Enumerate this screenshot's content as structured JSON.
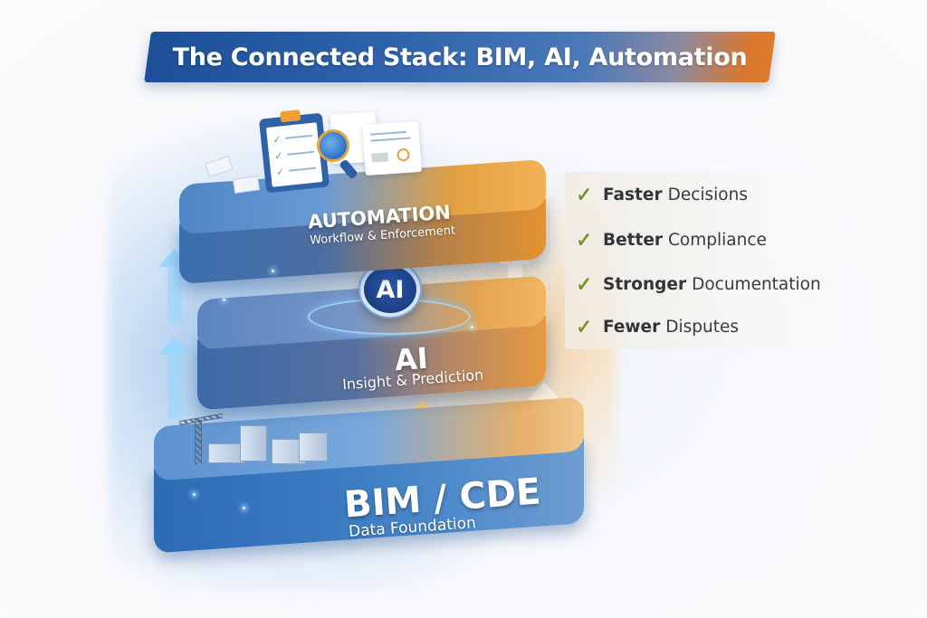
{
  "title": "The Connected Stack: BIM, AI, Automation",
  "colors": {
    "banner_start": "#1c4f97",
    "banner_end": "#e07a2c",
    "check_green": "#7b9a26",
    "text_dark": "#3a3a3e"
  },
  "layers": [
    {
      "id": "automation",
      "title": "AUTOMATION",
      "subtitle": "Workflow & Enforcement",
      "icon": "clipboard-magnifier-icon"
    },
    {
      "id": "ai",
      "title": "AI",
      "subtitle": "Insight & Prediction",
      "badge": "AI"
    },
    {
      "id": "bim",
      "title": "BIM / CDE",
      "subtitle": "Data Foundation",
      "icon": "buildings-crane-icon"
    }
  ],
  "benefits": [
    {
      "strong": "Faster",
      "rest": "Decisions",
      "icon": "check-icon"
    },
    {
      "strong": "Better",
      "rest": "Compliance",
      "icon": "check-icon"
    },
    {
      "strong": "Stronger",
      "rest": "Documentation",
      "icon": "check-icon"
    },
    {
      "strong": "Fewer",
      "rest": "Disputes",
      "icon": "check-icon"
    }
  ],
  "check_glyph": "✓"
}
